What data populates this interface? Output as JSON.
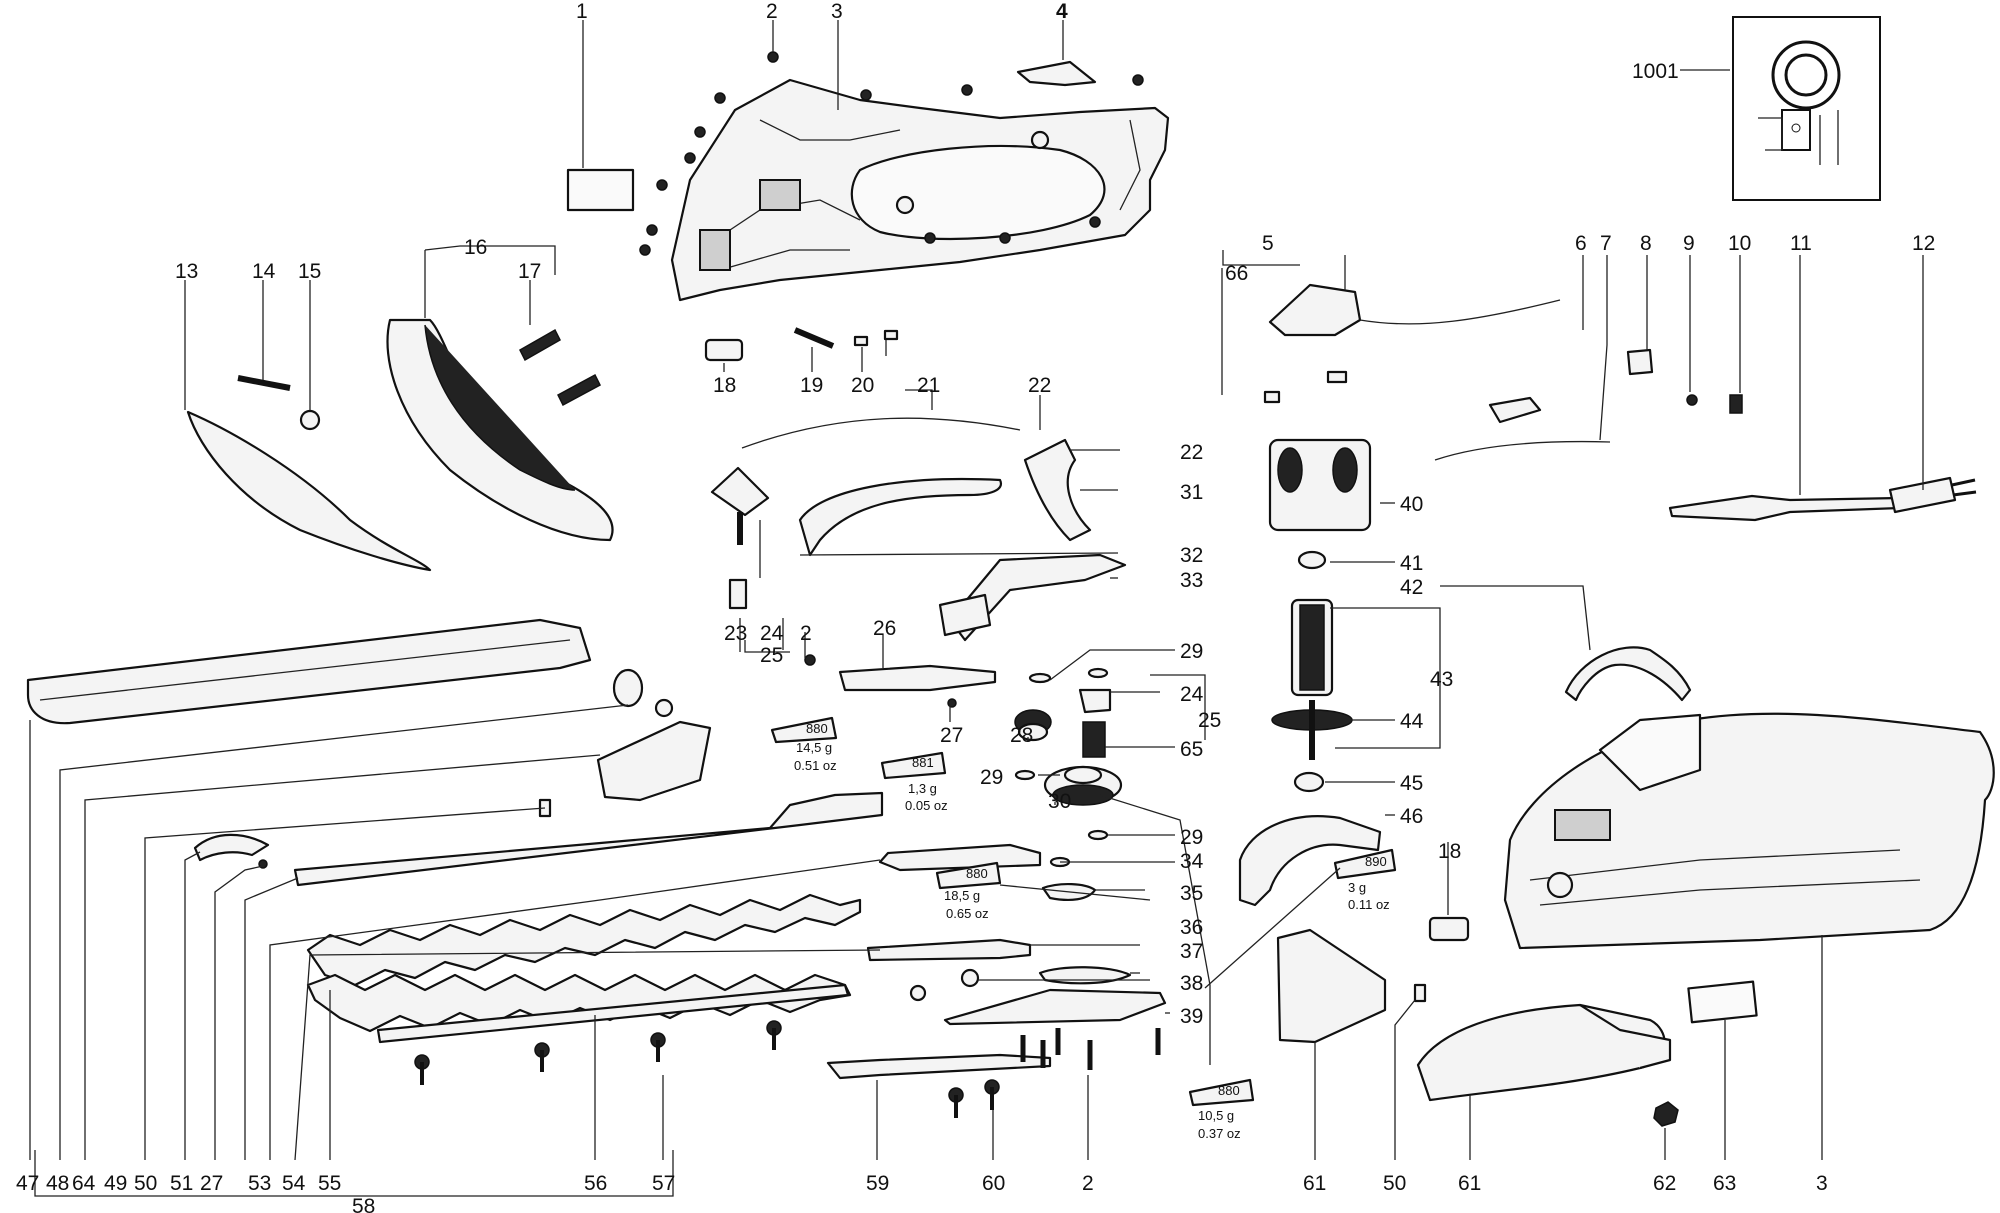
{
  "callouts": {
    "c1": "1",
    "c2a": "2",
    "c3a": "3",
    "c4": "4",
    "c1001": "1001",
    "c13": "13",
    "c14": "14",
    "c15": "15",
    "c16": "16",
    "c17": "17",
    "c18a": "18",
    "c19": "19",
    "c20": "20",
    "c21": "21",
    "c22a": "22",
    "c22b": "22",
    "c31": "31",
    "c32": "32",
    "c33": "33",
    "c23": "23",
    "c24a": "24",
    "c25a": "25",
    "c2b": "2",
    "c26": "26",
    "c27a": "27",
    "c28": "28",
    "c29a": "29",
    "c24b": "24",
    "c25b": "25",
    "c65": "65",
    "c29b": "29",
    "c30": "30",
    "c29c": "29",
    "c34": "34",
    "c35": "35",
    "c36": "36",
    "c37": "37",
    "c38": "38",
    "c39": "39",
    "c5": "5",
    "c66": "66",
    "c6": "6",
    "c7": "7",
    "c8": "8",
    "c9": "9",
    "c10": "10",
    "c11": "11",
    "c12": "12",
    "c40": "40",
    "c41": "41",
    "c42": "42",
    "c43": "43",
    "c44": "44",
    "c45": "45",
    "c46": "46",
    "c18b": "18",
    "b47": "47",
    "b48": "48",
    "b64": "64",
    "b49": "49",
    "b50": "50",
    "b51": "51",
    "b27": "27",
    "b53": "53",
    "b54": "54",
    "b55": "55",
    "b56": "56",
    "b57": "57",
    "b58": "58",
    "b59": "59",
    "b60": "60",
    "b2": "2",
    "b61a": "61",
    "b50b": "50",
    "b61b": "61",
    "b62": "62",
    "b63": "63",
    "b3": "3"
  },
  "grease": {
    "g880a": {
      "code": "880",
      "weight": "14,5 g",
      "oz": "0.51 oz"
    },
    "g881": {
      "code": "881",
      "weight": "1,3 g",
      "oz": "0.05 oz"
    },
    "g880b": {
      "code": "880",
      "weight": "18,5 g",
      "oz": "0.65 oz"
    },
    "g890": {
      "code": "890",
      "weight": "3 g",
      "oz": "0.11 oz"
    },
    "g880c": {
      "code": "880",
      "weight": "10,5 g",
      "oz": "0.37 oz"
    }
  }
}
